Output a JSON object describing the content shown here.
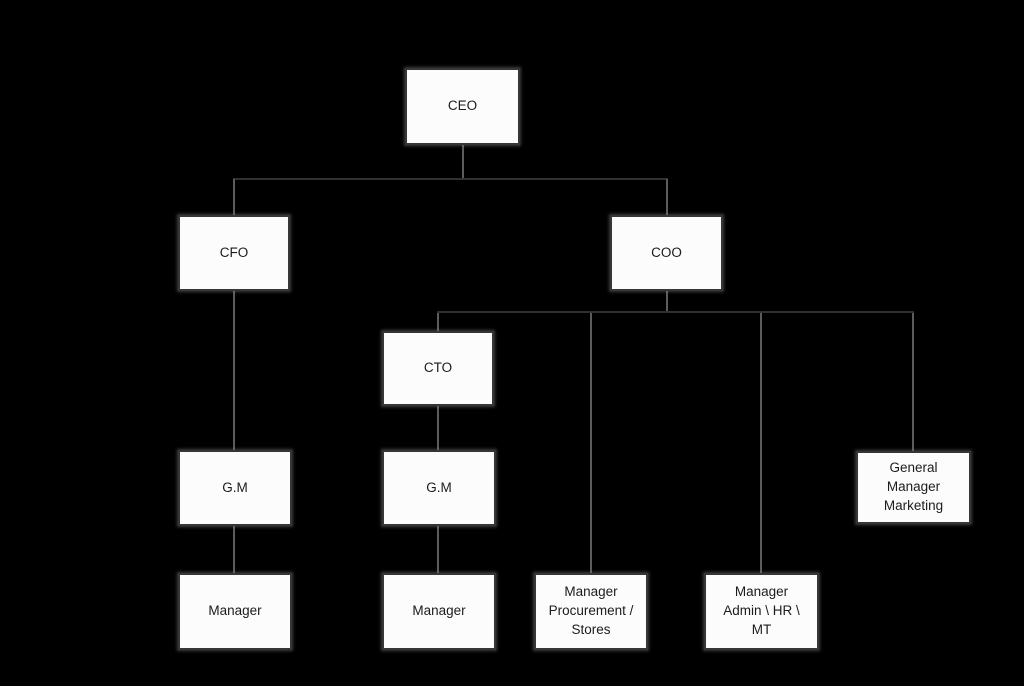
{
  "diagram": {
    "type": "org-chart",
    "background_color": "#000000",
    "box_fill_color": "#fcfcfc",
    "box_border_color": "#363636",
    "text_color": "#1c1c1c",
    "connector_color": "#5c5c5c",
    "nodes": [
      {
        "id": "ceo",
        "label": "CEO",
        "reports_to": null
      },
      {
        "id": "cfo",
        "label": "CFO",
        "reports_to": "ceo"
      },
      {
        "id": "coo",
        "label": "COO",
        "reports_to": "ceo"
      },
      {
        "id": "cto",
        "label": "CTO",
        "reports_to": "coo"
      },
      {
        "id": "gm-under-cfo",
        "label": "G.M",
        "reports_to": "cfo"
      },
      {
        "id": "gm-under-cto",
        "label": "G.M",
        "reports_to": "cto"
      },
      {
        "id": "manager-under-gm1",
        "label": "Manager",
        "reports_to": "gm-under-cfo"
      },
      {
        "id": "manager-under-gm2",
        "label": "Manager",
        "reports_to": "gm-under-cto"
      },
      {
        "id": "manager-procurement",
        "label": "Manager\nProcurement /\nStores",
        "reports_to": "coo"
      },
      {
        "id": "manager-admin-hr-mt",
        "label": "Manager\nAdmin \\ HR \\\nMT",
        "reports_to": "coo"
      },
      {
        "id": "gm-marketing",
        "label": "General\nManager\nMarketing",
        "reports_to": "coo"
      }
    ]
  }
}
